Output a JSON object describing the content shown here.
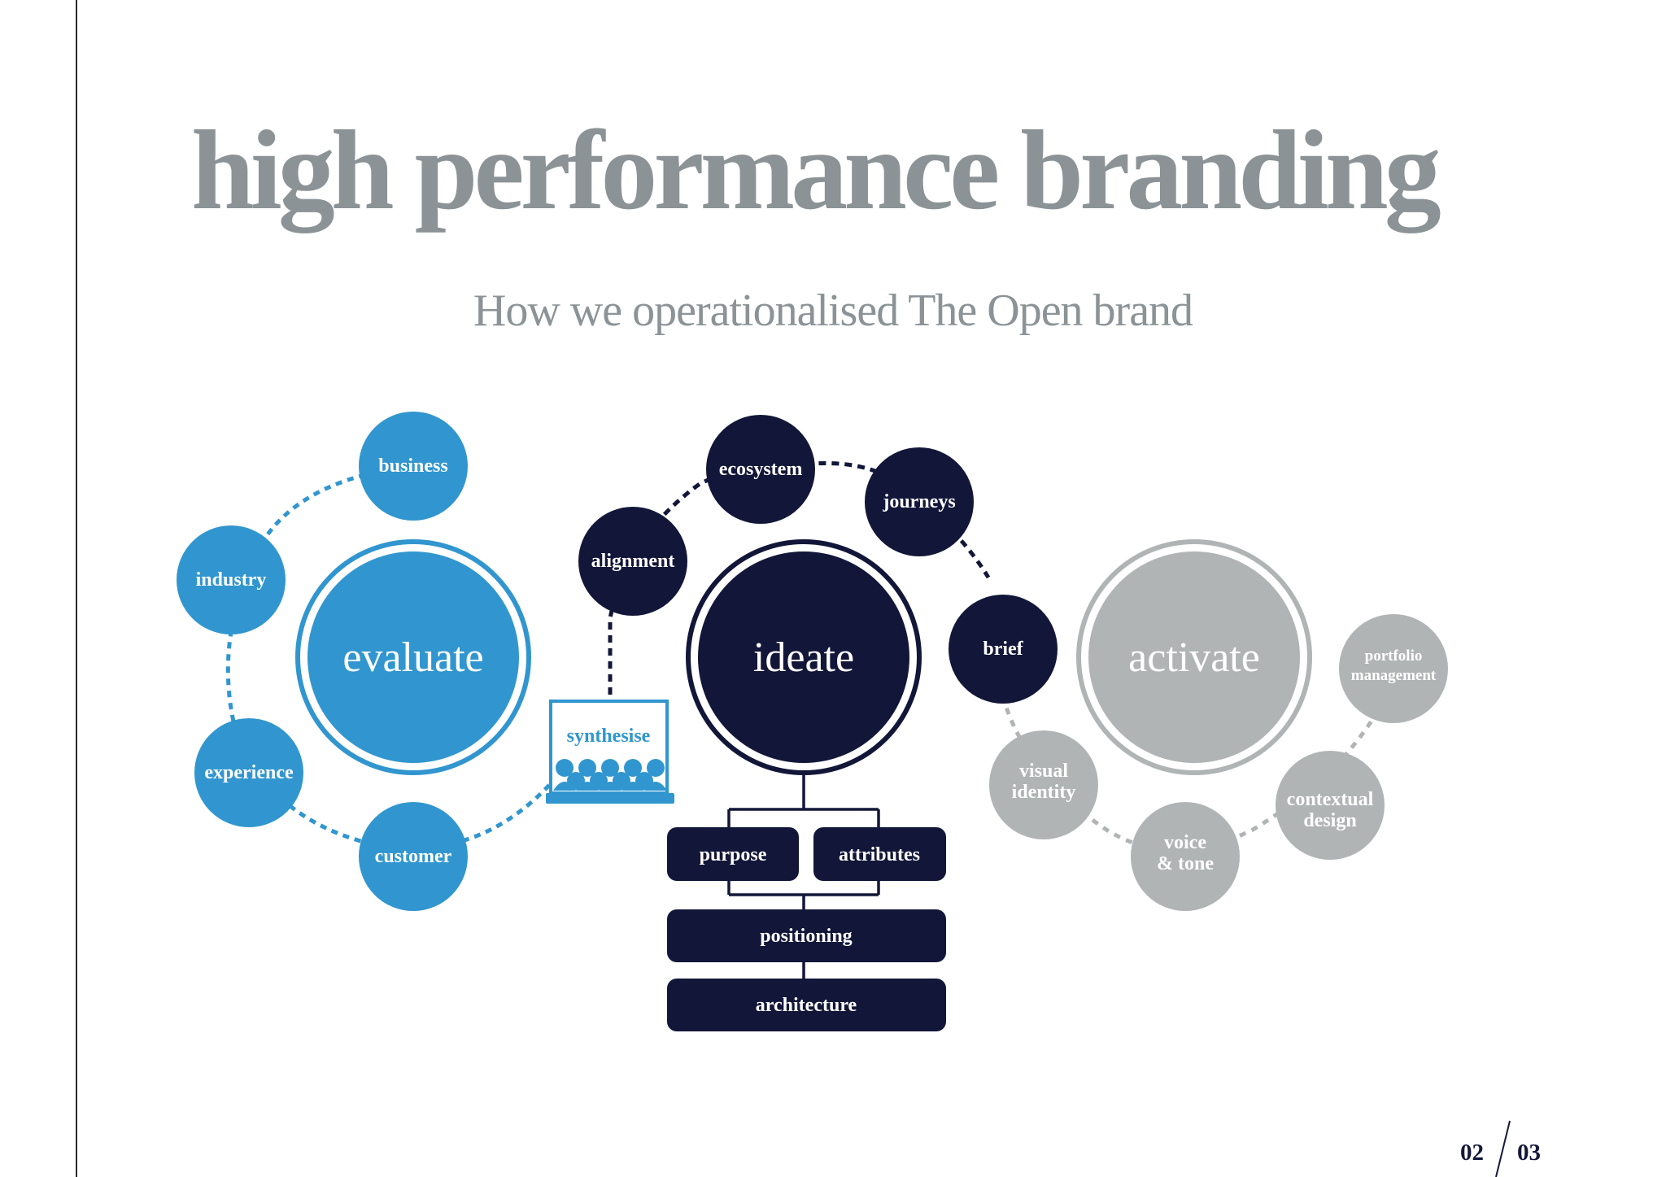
{
  "title": "high performance branding",
  "subtitle": "How we operationalised The Open brand",
  "colors": {
    "evaluate": "#3196cf",
    "ideate": "#121739",
    "activate": "#b1b4b5",
    "title_gray": "#8c9396"
  },
  "evaluate": {
    "label": "evaluate",
    "nodes": {
      "business": "business",
      "industry": "industry",
      "experience": "experience",
      "customer": "customer"
    },
    "synthesise": "synthesise",
    "icon": "audience-icon"
  },
  "ideate": {
    "label": "ideate",
    "nodes": {
      "alignment": "alignment",
      "ecosystem": "ecosystem",
      "journeys": "journeys",
      "brief": "brief"
    },
    "blocks": {
      "purpose": "purpose",
      "attributes": "attributes",
      "positioning": "positioning",
      "architecture": "architecture"
    }
  },
  "activate": {
    "label": "activate",
    "nodes": {
      "portfolio_1": "portfolio",
      "portfolio_2": "management",
      "visual_1": "visual",
      "visual_2": "identity",
      "contextual_1": "contextual",
      "contextual_2": "design",
      "voice_1": "voice",
      "voice_2": "& tone"
    }
  },
  "page": {
    "current": "02",
    "total": "03"
  }
}
